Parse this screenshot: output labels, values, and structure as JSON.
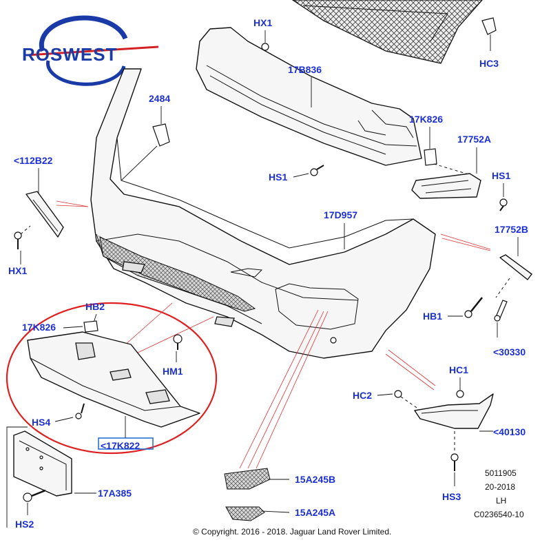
{
  "logo": {
    "text": "ROSWEST",
    "color_primary": "#1a3aa8",
    "color_accent": "#d42020"
  },
  "labels": {
    "hx1_top": "HX1",
    "hc3": "HC3",
    "p17b836": "17B836",
    "p2484": "2484",
    "p17k826_top": "17K826",
    "p17752a": "17752A",
    "p112b22": "<112B22",
    "hs1_left": "HS1",
    "hs1_right": "HS1",
    "p17d957": "17D957",
    "p17752b": "17752B",
    "hx1_left": "HX1",
    "hb2": "HB2",
    "p17k826_low": "17K826",
    "hb1": "HB1",
    "hm1": "HM1",
    "p30330": "<30330",
    "hc1": "HC1",
    "hc2": "HC2",
    "hs4": "HS4",
    "p17k822": "<17K822",
    "p40130": "<40130",
    "p15a245b": "15A245B",
    "p17a385": "17A385",
    "hs3": "HS3",
    "hs2": "HS2",
    "p15a245a": "15A245A"
  },
  "meta": {
    "line1": "5011905",
    "line2": "20-2018",
    "line3": "LH",
    "line4": "C0236540-10"
  },
  "copyright": "© Copyright. 2016 - 2018. Jaguar Land Rover Limited.",
  "colors": {
    "label_blue": "#1a2fd6",
    "highlight_circle": "#e02020",
    "leader_red": "#e03030",
    "highlight_box": "#2a6fd6"
  },
  "icons": [
    "roswest-logo-icon"
  ]
}
